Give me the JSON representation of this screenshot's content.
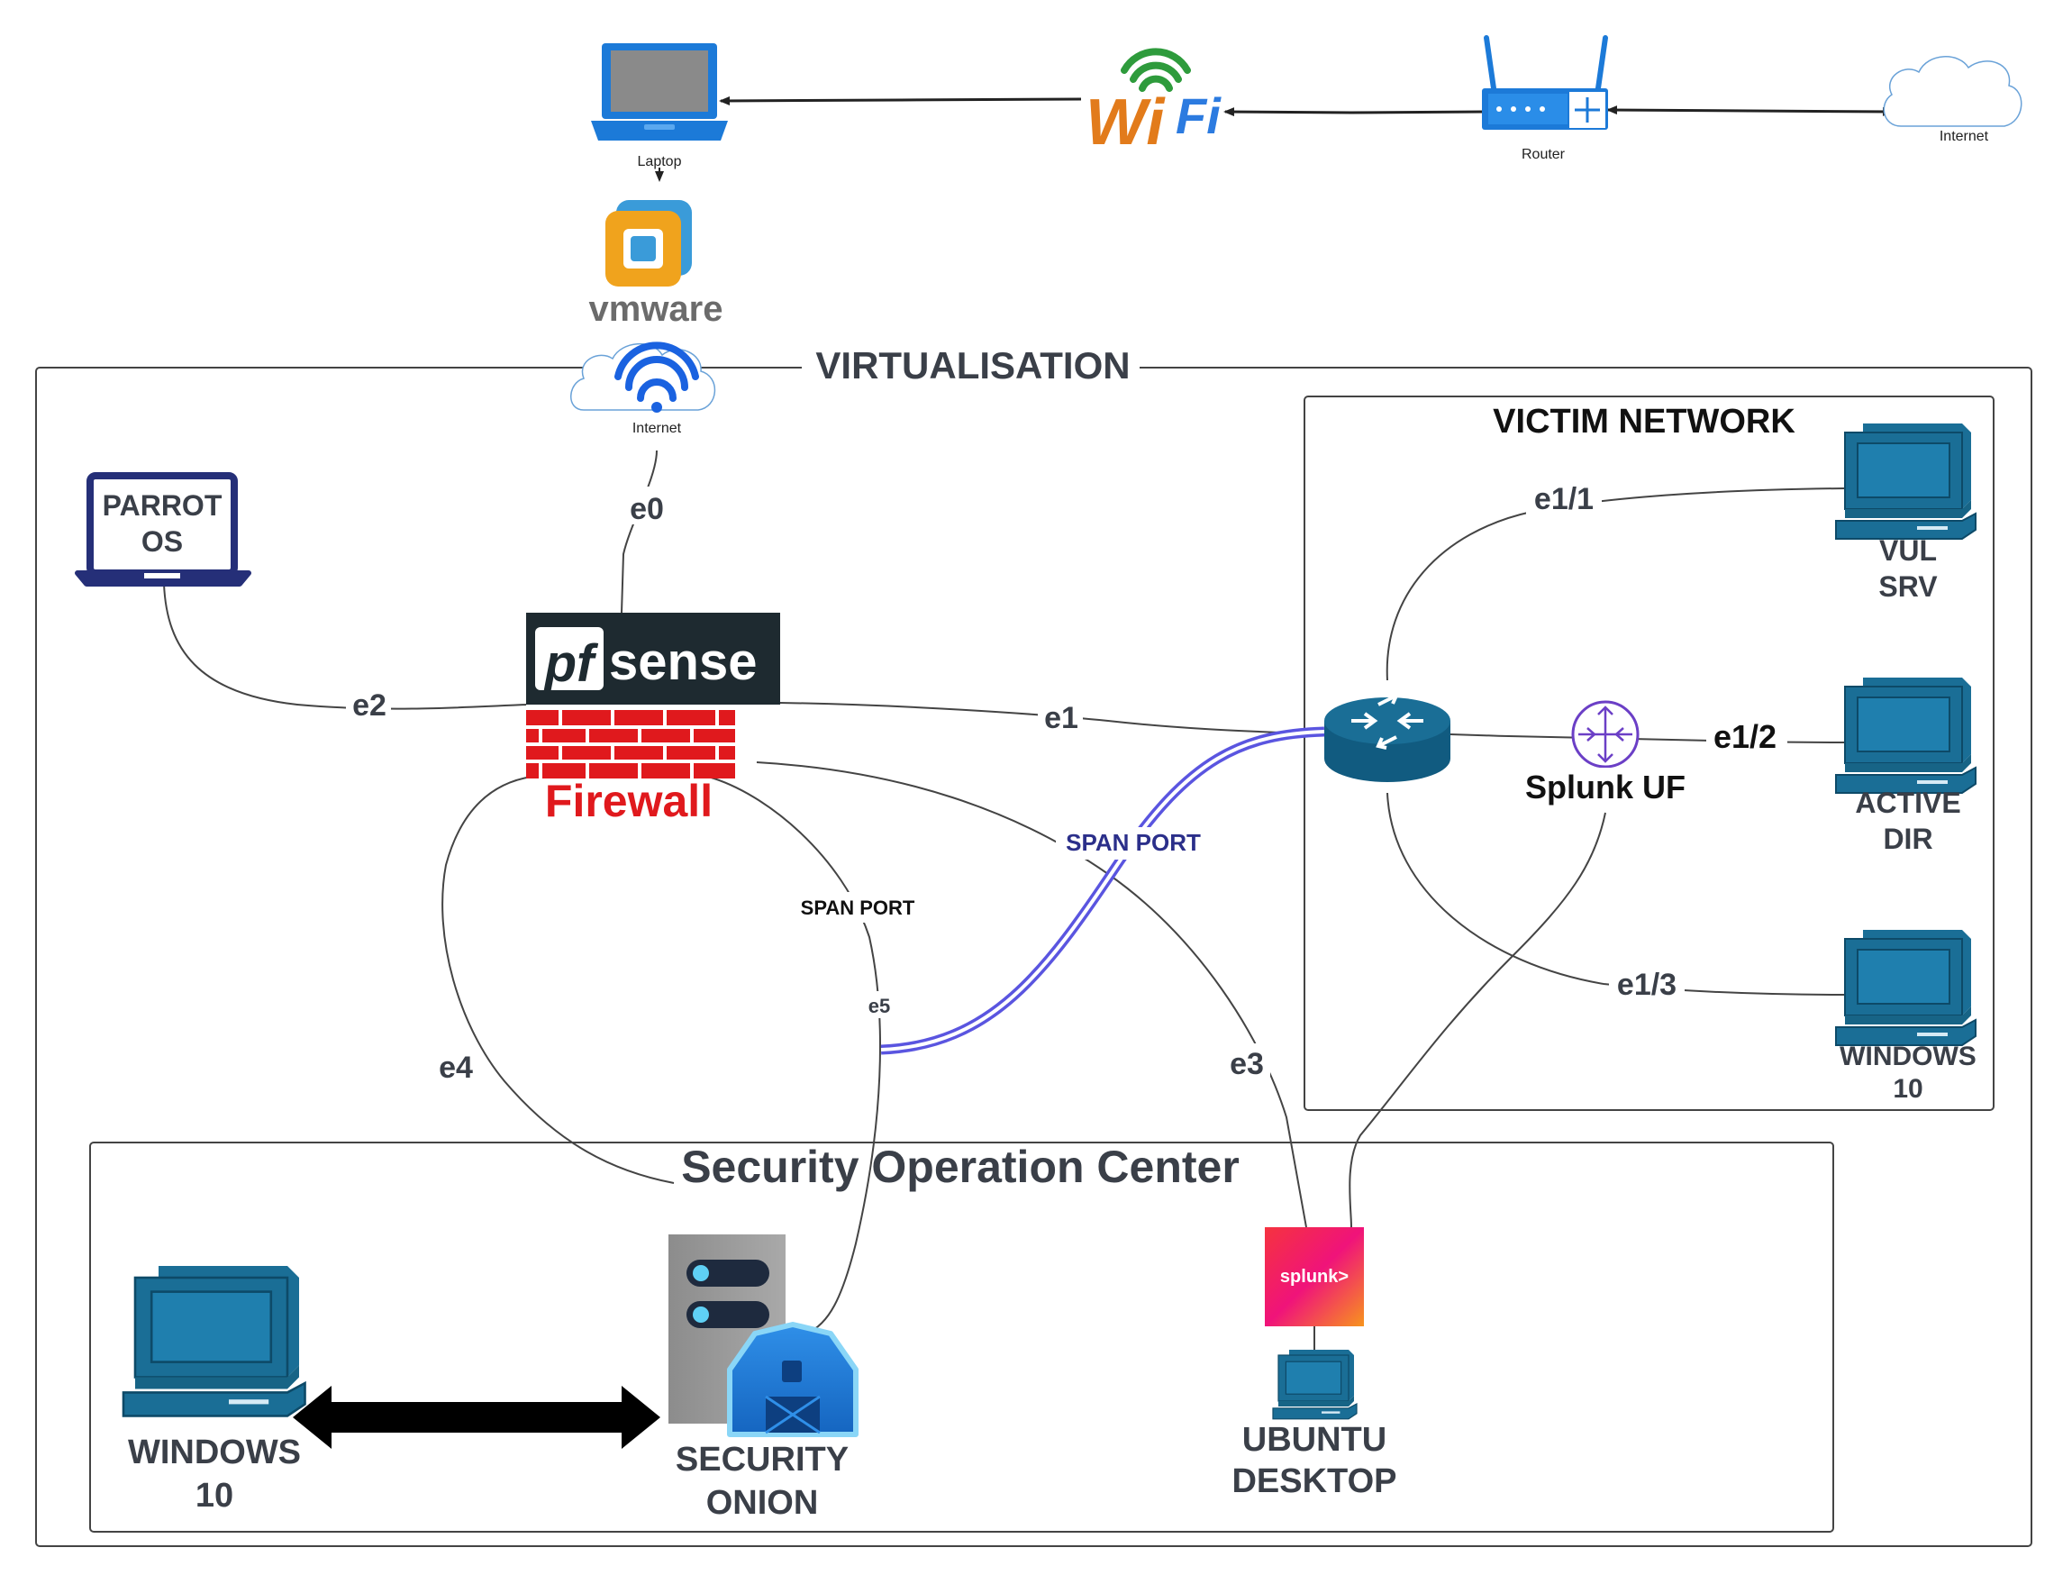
{
  "top": {
    "laptop_label": "Laptop",
    "wifi_label": "WiFi",
    "router_label": "Router",
    "internet_label": "Internet",
    "vmware_label": "vmware"
  },
  "virtualisation": {
    "title": "VIRTUALISATION",
    "internet_label": "Internet"
  },
  "victim_network": {
    "title": "VICTIM NETWORK",
    "hosts": [
      {
        "line1": "VUL",
        "line2": "SRV"
      },
      {
        "line1": "ACTIVE",
        "line2": "DIR"
      },
      {
        "line1": "WINDOWS",
        "line2": "10"
      }
    ],
    "splunk_uf": "Splunk UF"
  },
  "soc": {
    "title": "Security Operation Center",
    "windows_line1": "WINDOWS",
    "windows_line2": "10",
    "onion_line1": "SECURITY",
    "onion_line2": "ONION",
    "ubuntu_line1": "UBUNTU",
    "ubuntu_line2": "DESKTOP",
    "splunk_logo": "splunk>"
  },
  "parrot": {
    "line1": "PARROT",
    "line2": "OS"
  },
  "firewall": {
    "brand_pf": "pf",
    "brand_sense": "sense",
    "label": "Firewall"
  },
  "links": {
    "e0": "e0",
    "e1": "e1",
    "e2": "e2",
    "e3": "e3",
    "e4": "e4",
    "e5": "e5",
    "e1_1": "e1/1",
    "e1_2": "e1/2",
    "e1_3": "e1/3",
    "span_port_1": "SPAN PORT",
    "span_port_2": "SPAN PORT"
  },
  "colors": {
    "device_blue": "#1a6e96",
    "laptop_blue": "#1c7ad8",
    "firewall_red": "#e0191d",
    "span_purple": "#5a55e0",
    "text_dark": "#3a3f48"
  }
}
